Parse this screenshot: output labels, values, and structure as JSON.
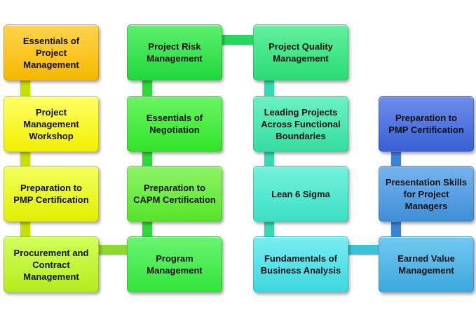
{
  "diagram": {
    "columns": [
      {
        "boxes": [
          {
            "label": "Essentials of Project Management",
            "color": "#F6B800"
          },
          {
            "label": "Project Management Workshop",
            "color": "#F2F000"
          },
          {
            "label": "Preparation to PMP Certification",
            "color": "#E0F000"
          },
          {
            "label": "Procurement and Contract Management",
            "color": "#B4EC1E"
          }
        ]
      },
      {
        "boxes": [
          {
            "label": "Project Risk Management",
            "color": "#22D83A"
          },
          {
            "label": "Essentials of Negotiation",
            "color": "#33E42B"
          },
          {
            "label": "Preparation to CAPM Certification",
            "color": "#56E42A"
          },
          {
            "label": "Program Management",
            "color": "#33E43A"
          }
        ]
      },
      {
        "boxes": [
          {
            "label": "Project Quality Management",
            "color": "#2BDB74"
          },
          {
            "label": "Leading Projects Across Functional Boundaries",
            "color": "#35DDA0"
          },
          {
            "label": "Lean 6 Sigma",
            "color": "#3DDFC4"
          },
          {
            "label": "Fundamentals of Business Analysis",
            "color": "#3DD7DF"
          }
        ]
      },
      {
        "boxes": [
          {
            "label": "Preparation to PMP Certification",
            "color": "#3A5FD4"
          },
          {
            "label": "Presentation Skills for Project Managers",
            "color": "#3F8ED8"
          },
          {
            "label": "Earned Value Management",
            "color": "#3DA8DD"
          }
        ]
      }
    ]
  }
}
